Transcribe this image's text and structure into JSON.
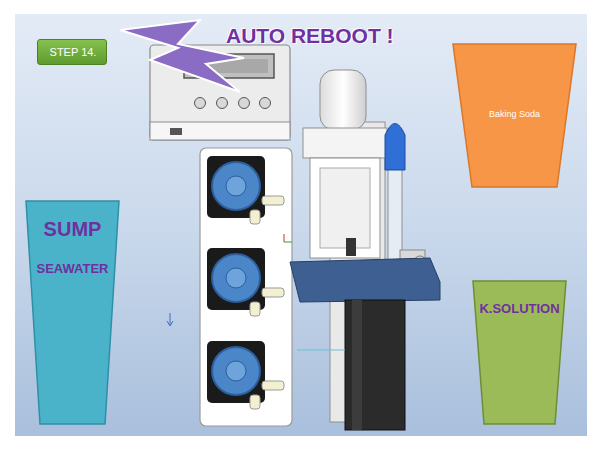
{
  "diagram": {
    "title": "AUTO REBOOT !",
    "nodes": [
      {
        "text": [
          "STEP 14."
        ]
      },
      {
        "text": [
          "Baking Soda"
        ]
      },
      {
        "text": [
          "SUMP",
          "SEAWATER"
        ]
      },
      {
        "text": [
          "K.SOLUTION"
        ]
      }
    ]
  }
}
